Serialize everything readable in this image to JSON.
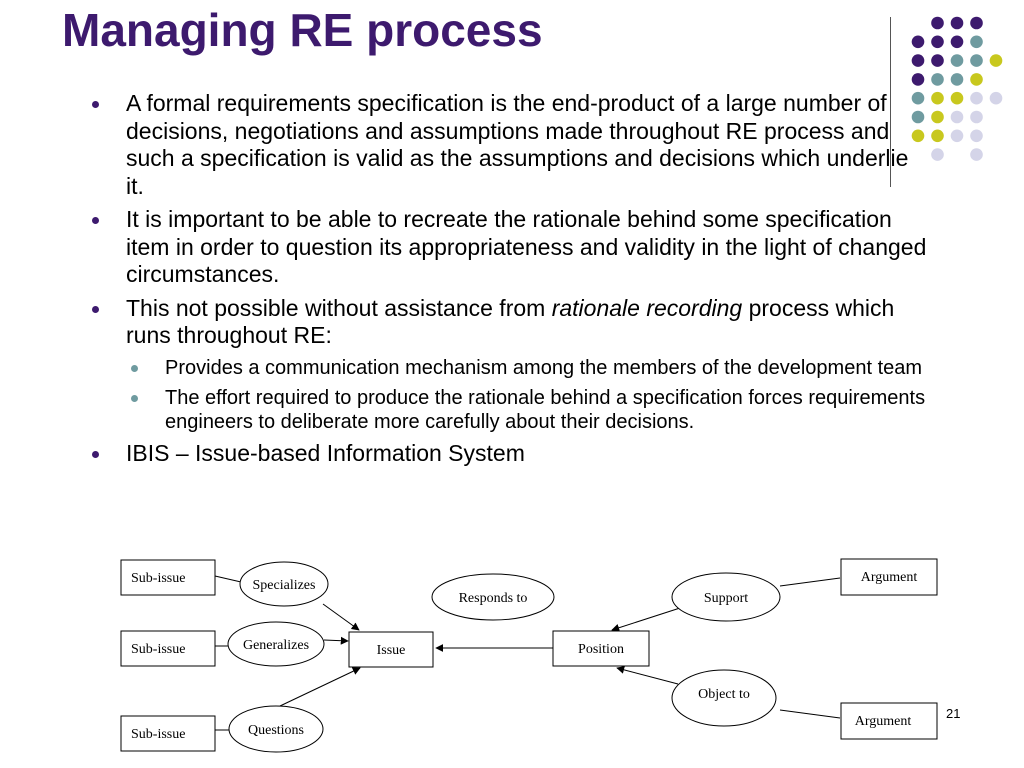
{
  "title": "Managing RE process",
  "bullets": [
    {
      "text": "A formal requirements specification is the end-product of a large number of decisions, negotiations and assumptions made throughout RE process and such a specification is valid as the assumptions and decisions which underlie it."
    },
    {
      "text": "It is important to be able to recreate the rationale behind some specification item in order to question its appropriateness and validity in the light of changed circumstances."
    },
    {
      "text_before": "This not possible without assistance from ",
      "text_italic": "rationale recording",
      "text_after": " process which runs throughout RE:"
    },
    {
      "sub": true,
      "text": "Provides a communication mechanism among the members of the development team"
    },
    {
      "sub": true,
      "text": "The effort required to produce the rationale behind a specification forces requirements engineers to deliberate more carefully about their decisions."
    },
    {
      "text": "IBIS – Issue-based Information System"
    }
  ],
  "diagram": {
    "sub_issue_1": "Sub-issue",
    "sub_issue_2": "Sub-issue",
    "sub_issue_3": "Sub-issue",
    "specializes": "Specializes",
    "generalizes": "Generalizes",
    "questions": "Questions",
    "issue": "Issue",
    "responds_to": "Responds to",
    "position": "Position",
    "support": "Support",
    "object_to": "Object to",
    "argument_1": "Argument",
    "argument_2": "Argument"
  },
  "page_number": "21",
  "colors": {
    "title": "#3d1a6e",
    "dot_purple": "#3d1a6e",
    "dot_teal": "#6f9ba0",
    "dot_yellow": "#c8c81e",
    "dot_lavender": "#d4d4e8"
  }
}
